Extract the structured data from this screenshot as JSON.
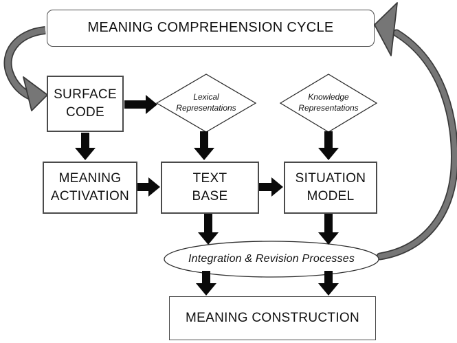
{
  "title": "MEANING COMPREHENSION CYCLE",
  "nodes": {
    "surface_code": "SURFACE CODE",
    "meaning_activation": "MEANING ACTIVATION",
    "text_base": "TEXT BASE",
    "situation_model": "SITUATION MODEL",
    "meaning_construction": "MEANING CONSTRUCTION"
  },
  "decision_nodes": {
    "lexical_representations": "Lexical Representations",
    "knowledge_representations": "Knowledge Representations"
  },
  "process_nodes": {
    "integration_revision": "Integration & Revision Processes"
  },
  "colors": {
    "node_fill": "#ffffff",
    "node_border": "#4a4a4a",
    "arrow_black": "#0a0a0a",
    "cycle_arrow_gray": "#767676",
    "cycle_arrow_outline": "#3a3a3a",
    "text": "#111111"
  }
}
